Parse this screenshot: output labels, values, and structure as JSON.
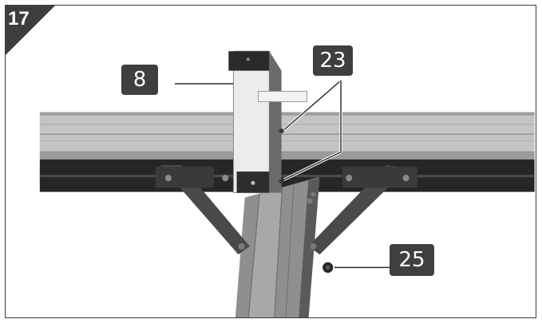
{
  "step": {
    "number": "17"
  },
  "callouts": {
    "part_8": "8",
    "part_23": "23",
    "part_25": "25"
  },
  "part_label": {
    "text": ""
  },
  "colors": {
    "callout_bg": "#3f3f3f",
    "beam_light": "#c4c4c4",
    "beam_dark": "#262626",
    "bracket": "#4a4a4a",
    "post": "#8c8c8c"
  },
  "icons": [
    "bolt-icon",
    "screw-icon"
  ]
}
